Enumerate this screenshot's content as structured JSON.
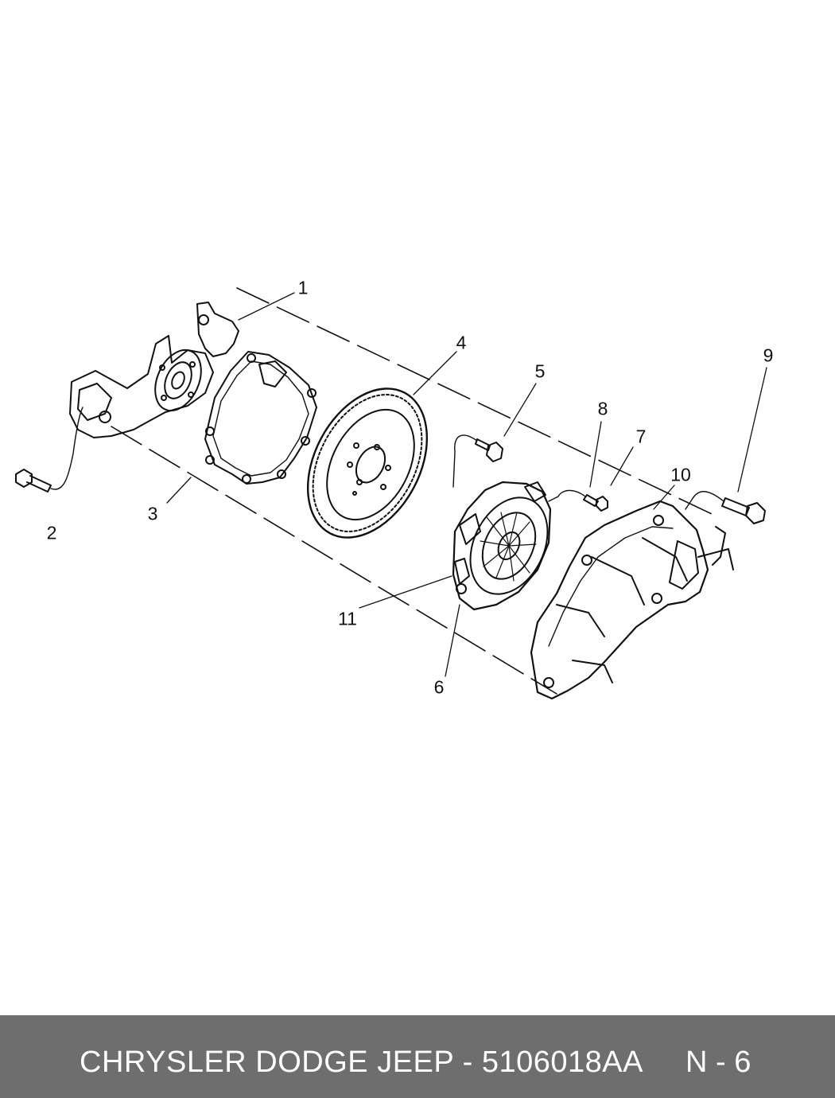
{
  "diagram": {
    "callouts": [
      {
        "id": "1",
        "label": "1"
      },
      {
        "id": "2",
        "label": "2"
      },
      {
        "id": "3",
        "label": "3"
      },
      {
        "id": "4",
        "label": "4"
      },
      {
        "id": "5",
        "label": "5"
      },
      {
        "id": "6",
        "label": "6"
      },
      {
        "id": "7",
        "label": "7"
      },
      {
        "id": "8",
        "label": "8"
      },
      {
        "id": "9",
        "label": "9"
      },
      {
        "id": "10",
        "label": "10"
      },
      {
        "id": "11",
        "label": "11"
      }
    ]
  },
  "footer": {
    "title": "CHRYSLER DODGE JEEP - 5106018AA",
    "page": "N - 6",
    "background_color": "#6e6e6e",
    "text_color": "#ffffff"
  }
}
